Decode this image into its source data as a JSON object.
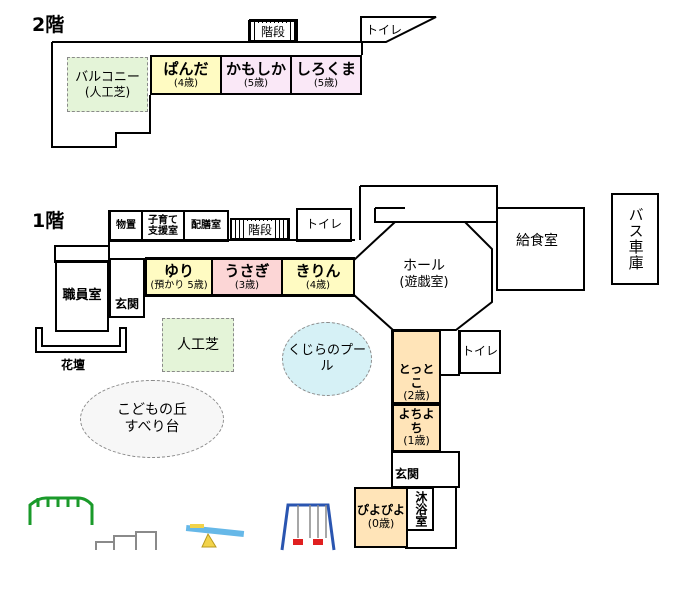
{
  "floors": {
    "second": {
      "label": "2階"
    },
    "first": {
      "label": "1階"
    }
  },
  "second_floor": {
    "balcony": {
      "line1": "バルコニー",
      "line2": "(人工芝)"
    },
    "stairs": "階段",
    "toilet": "トイレ",
    "rooms": [
      {
        "name": "ぱんだ",
        "age": "(4歳)",
        "color": "#fffbc2"
      },
      {
        "name": "かもしか",
        "age": "(5歳)",
        "color": "#fae8f7"
      },
      {
        "name": "しろくま",
        "age": "(5歳)",
        "color": "#fae8f7"
      }
    ]
  },
  "first_floor": {
    "storage": "物置",
    "childcare_support": {
      "line1": "子育て",
      "line2": "支援室"
    },
    "serving_room": "配膳室",
    "stairs": "階段",
    "toilet_top": "トイレ",
    "staff_room": "職員室",
    "entrance_left": "玄関",
    "flower_bed": "花壇",
    "rooms": [
      {
        "name": "ゆり",
        "age": "(預かり 5歳)",
        "color": "#fffbc2"
      },
      {
        "name": "うさぎ",
        "age": "(3歳)",
        "color": "#fcd6d6"
      },
      {
        "name": "きりん",
        "age": "(4歳)",
        "color": "#fffbc2"
      }
    ],
    "hall": {
      "line1": "ホール",
      "line2": "(遊戯室)"
    },
    "kitchen": "給食室",
    "bus_garage": "バス車庫",
    "toilet_right": "トイレ",
    "tottoko": {
      "name": "とっとこ",
      "age": "(2歳)",
      "color": "#ffe4b8"
    },
    "yochiyochi": {
      "name": "よちよち",
      "age": "(1歳)",
      "color": "#ffe4b8"
    },
    "entrance_right": "玄関",
    "piyopiyo": {
      "name": "ぴよぴよ",
      "age": "(0歳)",
      "color": "#ffe4b8"
    },
    "bath_room": "沐浴室"
  },
  "outdoor": {
    "artificial_turf": "人工芝",
    "whale_pool": "くじらのプール",
    "slide_hill": {
      "line1": "こどもの丘",
      "line2": "すべり台"
    }
  },
  "colors": {
    "turf": "#e4f4d8",
    "pool": "#d6f1f6",
    "line": "#000000",
    "dashed": "#8a8a8a"
  },
  "icons": [
    "monkey-bars-icon",
    "step-bars-icon",
    "seesaw-icon",
    "swing-icon"
  ]
}
